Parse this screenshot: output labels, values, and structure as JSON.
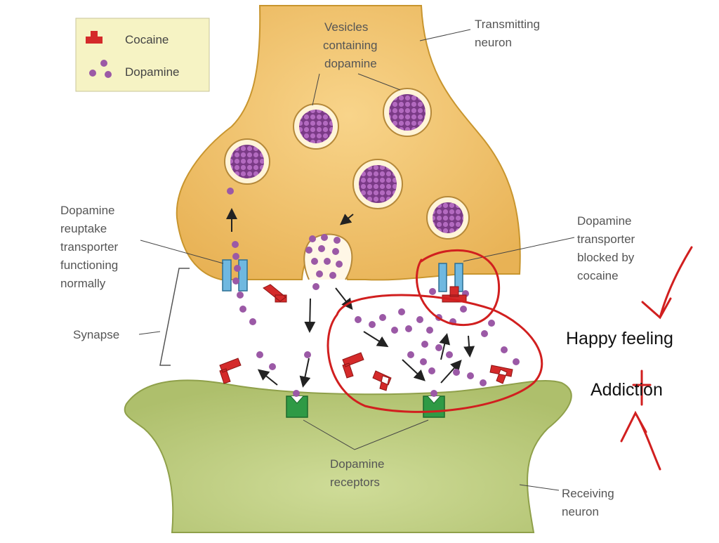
{
  "legend": {
    "cocaine_label": "Cocaine",
    "dopamine_label": "Dopamine"
  },
  "labels": {
    "vesicles": [
      "Vesicles",
      "containing",
      "dopamine"
    ],
    "transmitting": [
      "Transmitting",
      "neuron"
    ],
    "reuptake": [
      "Dopamine",
      "reuptake",
      "transporter",
      "functioning",
      "normally"
    ],
    "blocked": [
      "Dopamine",
      "transporter",
      "blocked by",
      "cocaine"
    ],
    "synapse": "Synapse",
    "receptors": [
      "Dopamine",
      "receptors"
    ],
    "receiving": [
      "Receiving",
      "neuron"
    ]
  },
  "annotations": {
    "happy": "Happy feeling",
    "addiction": "Addiction"
  },
  "colors": {
    "transmitting_neuron": "#f0c46a",
    "receiving_neuron": "#c6d48c",
    "dopamine": "#9b59a6",
    "cocaine": "#d42a2a",
    "transporter": "#6fb8e0",
    "receptor": "#2f9a45",
    "annotation_ink": "#d11f1f",
    "legend_bg": "#f6f3c4"
  }
}
